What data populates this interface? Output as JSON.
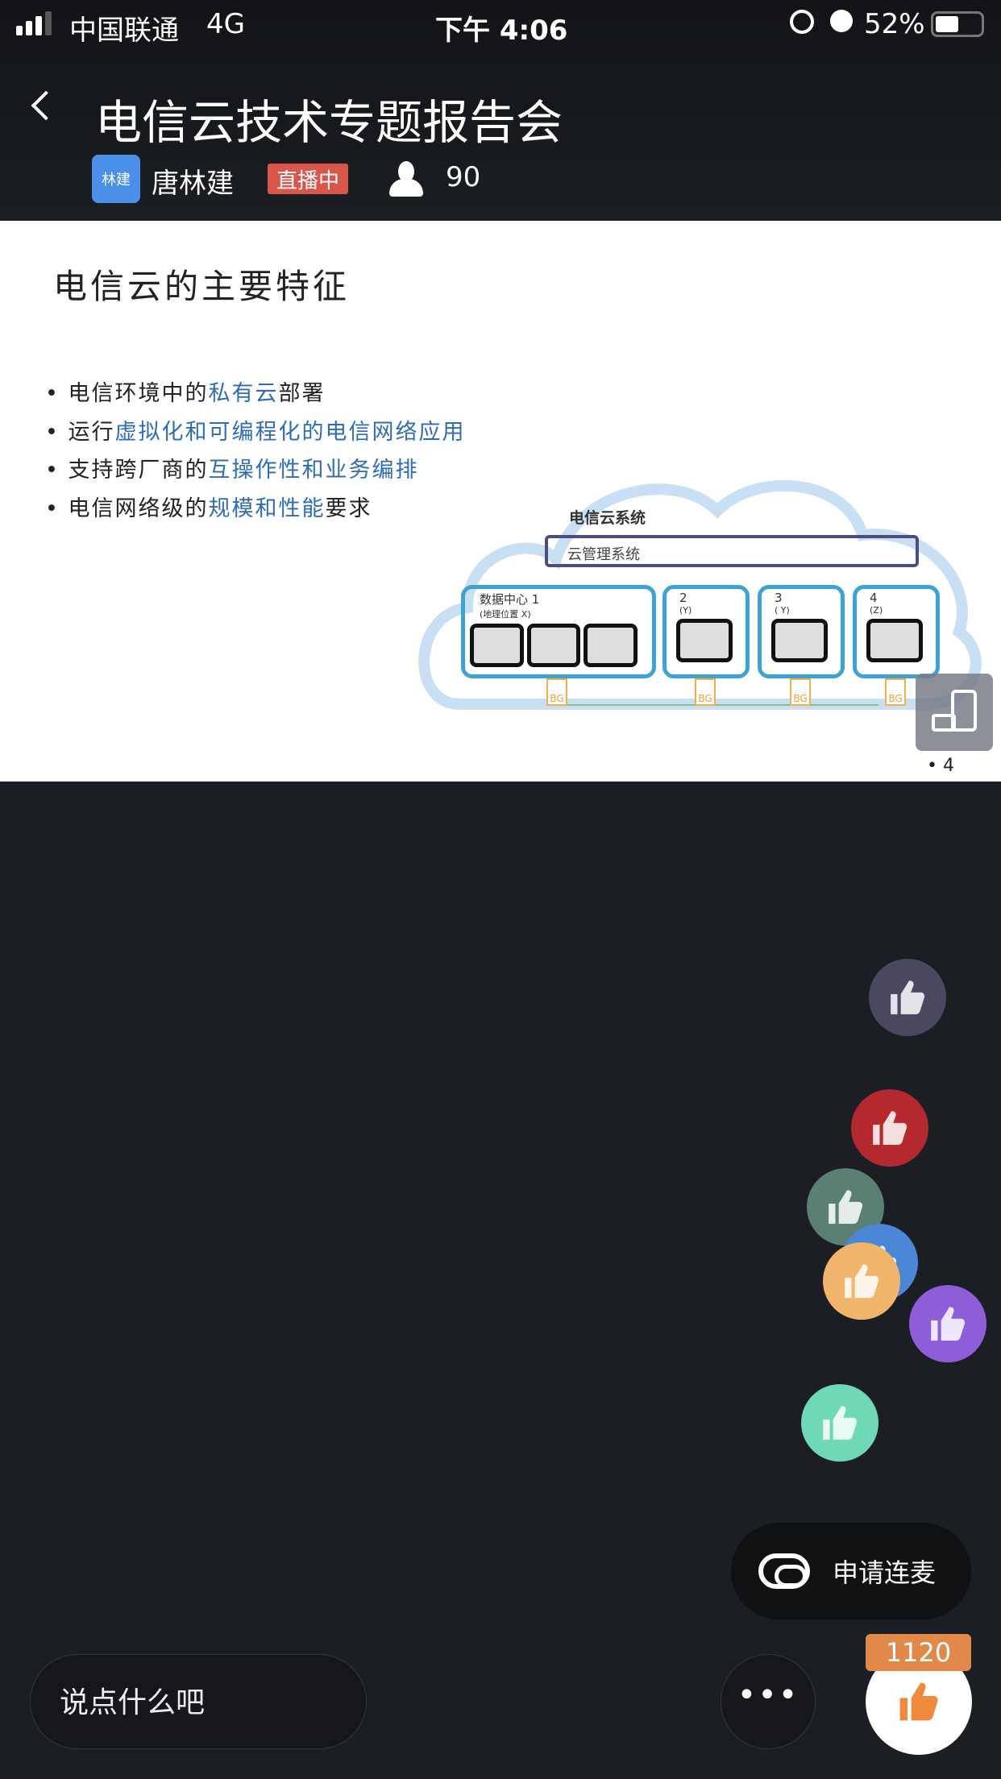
{
  "status": {
    "carrier": "中国联通",
    "network": "4G",
    "time": "下午 4:06",
    "battery": "52%"
  },
  "header": {
    "title": "电信云技术专题报告会",
    "avatar_text": "林建",
    "host": "唐林建",
    "live_badge": "直播中",
    "viewers": "90"
  },
  "slide": {
    "title": "电信云的主要特征",
    "bullets": [
      {
        "pre": "电信环境中的",
        "hl": "私有云",
        "post": "部署"
      },
      {
        "pre": "运行",
        "hl": "虚拟化和可编程化的电信网络应用",
        "post": ""
      },
      {
        "pre": "支持跨厂商的",
        "hl": "互操作性和业务编排",
        "post": ""
      },
      {
        "pre": "电信网络级的",
        "hl": "规模和性能",
        "post": "要求"
      }
    ],
    "diagram": {
      "system": "电信云系统",
      "mgmt": "云管理系统",
      "dc1": "数据中心 1",
      "dc1_loc": "(地理位置 X)",
      "dc2": "2",
      "dc2_loc": "(Y)",
      "dc3": "3",
      "dc3_loc": "( Y)",
      "dc4": "4",
      "dc4_loc": "(Z)",
      "bg": "BG"
    },
    "page": "• 4"
  },
  "likes": {
    "colors": [
      "#4a4760",
      "#b3292d",
      "#5b7f72",
      "#4c86d6",
      "#f0b46a",
      "#8e5ed8",
      "#6fd8b6"
    ]
  },
  "controls": {
    "connect_label": "申请连麦",
    "input_placeholder": "说点什么吧",
    "like_count": "1120"
  }
}
